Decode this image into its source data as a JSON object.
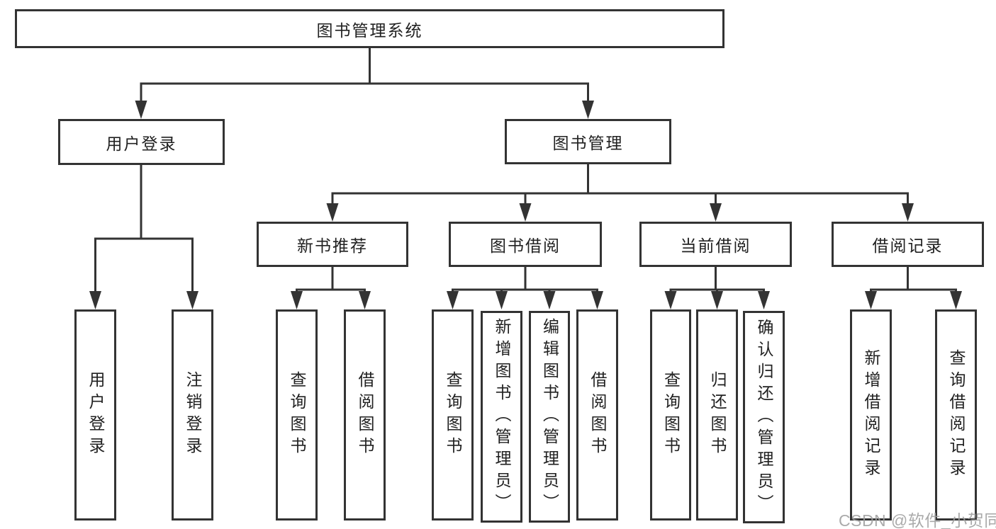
{
  "title": "图书管理系统",
  "watermark": "CSDN @软件_小贺同学",
  "colors": {
    "line": "#333333",
    "text": "#212121",
    "background": "#ffffff",
    "watermark": "#9e9e9e"
  },
  "tree": {
    "label": "图书管理系统",
    "children": [
      {
        "label": "用户登录",
        "children": [
          {
            "label": "用户登录"
          },
          {
            "label": "注销登录"
          }
        ]
      },
      {
        "label": "图书管理",
        "children": [
          {
            "label": "新书推荐",
            "children": [
              {
                "label": "查询图书"
              },
              {
                "label": "借阅图书"
              }
            ]
          },
          {
            "label": "图书借阅",
            "children": [
              {
                "label": "查询图书"
              },
              {
                "label": "新增图书（管理员）"
              },
              {
                "label": "编辑图书（管理员）"
              },
              {
                "label": "借阅图书"
              }
            ]
          },
          {
            "label": "当前借阅",
            "children": [
              {
                "label": "查询图书"
              },
              {
                "label": "归还图书"
              },
              {
                "label": "确认归还（管理员）"
              }
            ]
          },
          {
            "label": "借阅记录",
            "children": [
              {
                "label": "新增借阅记录"
              },
              {
                "label": "查询借阅记录"
              }
            ]
          }
        ]
      }
    ]
  }
}
